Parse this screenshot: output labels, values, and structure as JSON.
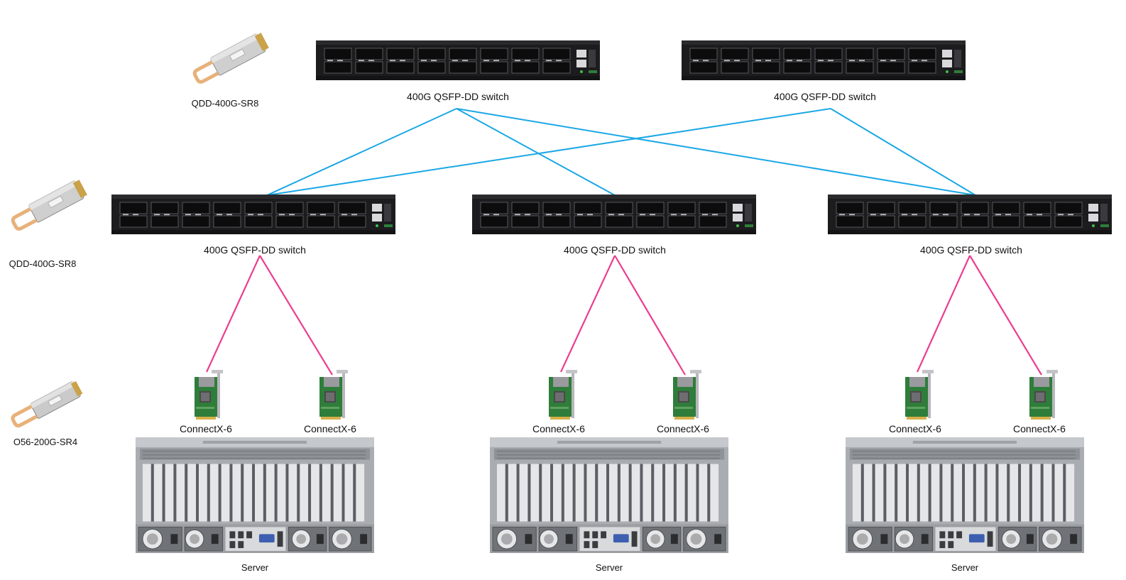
{
  "colors": {
    "spine_link": "#1ba7e6",
    "leaf_link": "#ec3d8e",
    "switch_body": "#1c1c1e",
    "server_body": "#a9acb0",
    "nic_board": "#2f7d3a"
  },
  "modules": [
    {
      "label": "QDD-400G-SR8",
      "icon": "qsfp-dd-transceiver-icon"
    },
    {
      "label": "QDD-400G-SR8",
      "icon": "qsfp-dd-transceiver-icon"
    },
    {
      "label": "O56-200G-SR4",
      "icon": "qsfp56-transceiver-icon"
    }
  ],
  "spines": [
    {
      "label": "400G QSFP-DD switch"
    },
    {
      "label": "400G QSFP-DD switch"
    }
  ],
  "leaves": [
    {
      "label": "400G QSFP-DD switch"
    },
    {
      "label": "400G QSFP-DD switch"
    },
    {
      "label": "400G QSFP-DD switch"
    }
  ],
  "racks": [
    {
      "nic_labels": [
        "ConnectX-6",
        "ConnectX-6"
      ],
      "server_label": "Server"
    },
    {
      "nic_labels": [
        "ConnectX-6",
        "ConnectX-6"
      ],
      "server_label": "Server"
    },
    {
      "nic_labels": [
        "ConnectX-6",
        "ConnectX-6"
      ],
      "server_label": "Server"
    }
  ],
  "links": {
    "spine_to_leaf": [
      [
        "spine-1",
        "leaf-1"
      ],
      [
        "spine-1",
        "leaf-2"
      ],
      [
        "spine-1",
        "leaf-3"
      ],
      [
        "spine-2",
        "leaf-1"
      ],
      [
        "spine-2",
        "leaf-3"
      ]
    ],
    "leaf_to_nic": [
      [
        "leaf-1",
        "nic-1a"
      ],
      [
        "leaf-1",
        "nic-1b"
      ],
      [
        "leaf-2",
        "nic-2a"
      ],
      [
        "leaf-2",
        "nic-2b"
      ],
      [
        "leaf-3",
        "nic-3a"
      ],
      [
        "leaf-3",
        "nic-3b"
      ]
    ]
  }
}
